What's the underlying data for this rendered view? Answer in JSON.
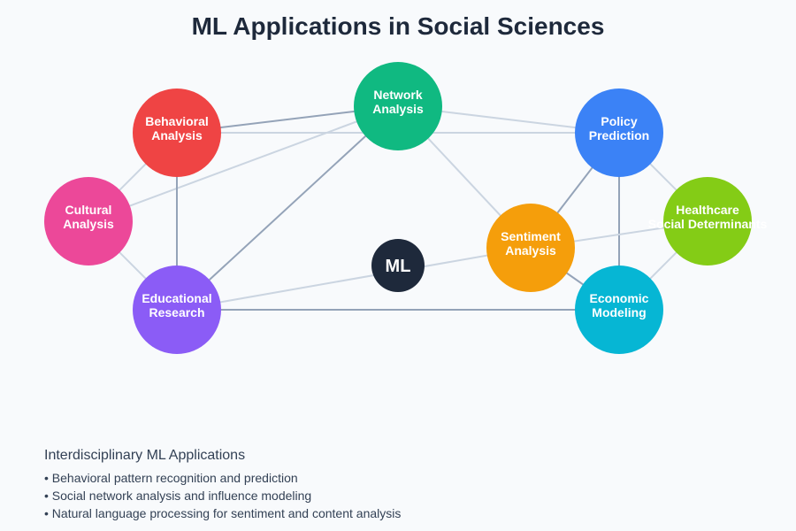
{
  "title": "ML Applications in Social Sciences",
  "hub": {
    "id": "ml",
    "label": "ML",
    "color": "#1e293b"
  },
  "nodes": [
    {
      "id": "behavioral",
      "lines": [
        "Behavioral",
        "Analysis"
      ],
      "color": "#ef4444"
    },
    {
      "id": "network",
      "lines": [
        "Network",
        "Analysis"
      ],
      "color": "#10b981"
    },
    {
      "id": "policy",
      "lines": [
        "Policy",
        "Prediction"
      ],
      "color": "#3b82f6"
    },
    {
      "id": "cultural",
      "lines": [
        "Cultural",
        "Analysis"
      ],
      "color": "#ec4899"
    },
    {
      "id": "healthcare",
      "lines": [
        "Healthcare",
        "Social Determinants"
      ],
      "color": "#84cc16"
    },
    {
      "id": "sentiment",
      "lines": [
        "Sentiment",
        "Analysis"
      ],
      "color": "#f59e0b"
    },
    {
      "id": "educational",
      "lines": [
        "Educational",
        "Research"
      ],
      "color": "#8b5cf6"
    },
    {
      "id": "economic",
      "lines": [
        "Economic",
        "Modeling"
      ],
      "color": "#06b6d4"
    }
  ],
  "edges": [
    {
      "from": "behavioral",
      "to": "network",
      "strength": "strong"
    },
    {
      "from": "behavioral",
      "to": "policy",
      "strength": "weak"
    },
    {
      "from": "cultural",
      "to": "network",
      "strength": "weak"
    },
    {
      "from": "cultural",
      "to": "behavioral",
      "strength": "weak"
    },
    {
      "from": "cultural",
      "to": "educational",
      "strength": "weak"
    },
    {
      "from": "behavioral",
      "to": "educational",
      "strength": "strong"
    },
    {
      "from": "educational",
      "to": "network",
      "strength": "strong"
    },
    {
      "from": "educational",
      "to": "sentiment",
      "strength": "weak"
    },
    {
      "from": "educational",
      "to": "economic",
      "strength": "strong"
    },
    {
      "from": "network",
      "to": "policy",
      "strength": "weak"
    },
    {
      "from": "network",
      "to": "sentiment",
      "strength": "weak"
    },
    {
      "from": "policy",
      "to": "sentiment",
      "strength": "strong"
    },
    {
      "from": "policy",
      "to": "economic",
      "strength": "strong"
    },
    {
      "from": "policy",
      "to": "healthcare",
      "strength": "weak"
    },
    {
      "from": "sentiment",
      "to": "healthcare",
      "strength": "weak"
    },
    {
      "from": "sentiment",
      "to": "economic",
      "strength": "strong"
    },
    {
      "from": "healthcare",
      "to": "economic",
      "strength": "weak"
    }
  ],
  "edge_colors": {
    "strong": "#94a3b8",
    "weak": "#cbd5e1"
  },
  "footer": {
    "heading": "Interdisciplinary ML Applications",
    "bullets": [
      "• Behavioral pattern recognition and prediction",
      "• Social network analysis and influence modeling",
      "• Natural language processing for sentiment and content analysis"
    ]
  }
}
